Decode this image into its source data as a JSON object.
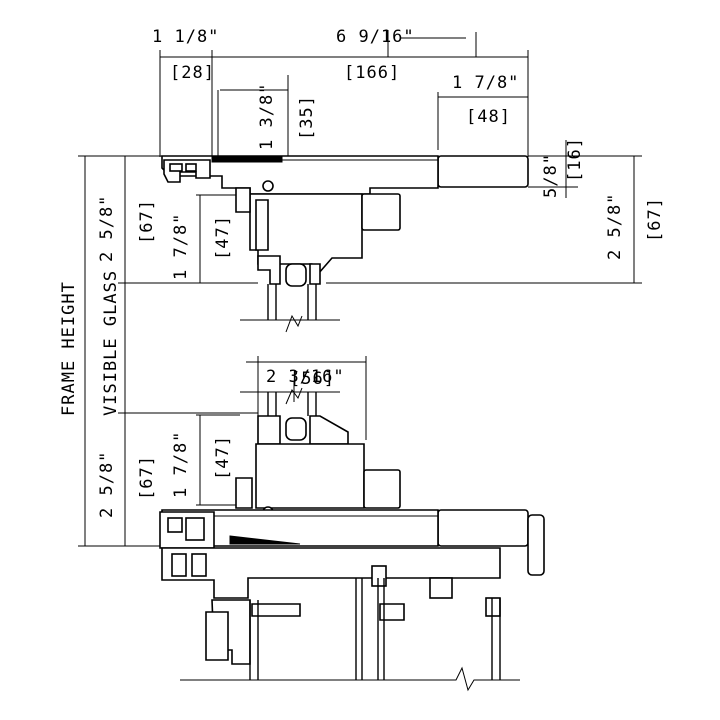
{
  "dimensions": {
    "top_frame_width_in": "1 1/8\"",
    "top_frame_width_mm": "[28]",
    "overall_depth_in": "6 9/16\"",
    "overall_depth_mm": "[166]",
    "sash_depth_in": "1 3/8\"",
    "sash_depth_mm": "[35]",
    "interior_trim_in": "1 7/8\"",
    "interior_trim_mm": "[48]",
    "trim_thickness_in": "5/8\"",
    "trim_thickness_mm": "[16]",
    "head_height_left_in": "2 5/8\"",
    "head_height_left_mm": "[67]",
    "head_sash_in": "1 7/8\"",
    "head_sash_mm": "[47]",
    "head_height_right_in": "2 5/8\"",
    "head_height_right_mm": "[67]",
    "glass_width_in": "2 3/16\"",
    "glass_width_mm": "[56]",
    "sill_sash_in": "1 7/8\"",
    "sill_sash_mm": "[47]",
    "sill_height_in": "2 5/8\"",
    "sill_height_mm": "[67]"
  },
  "labels": {
    "frame_height": "FRAME HEIGHT",
    "visible_glass": "VISIBLE GLASS"
  }
}
